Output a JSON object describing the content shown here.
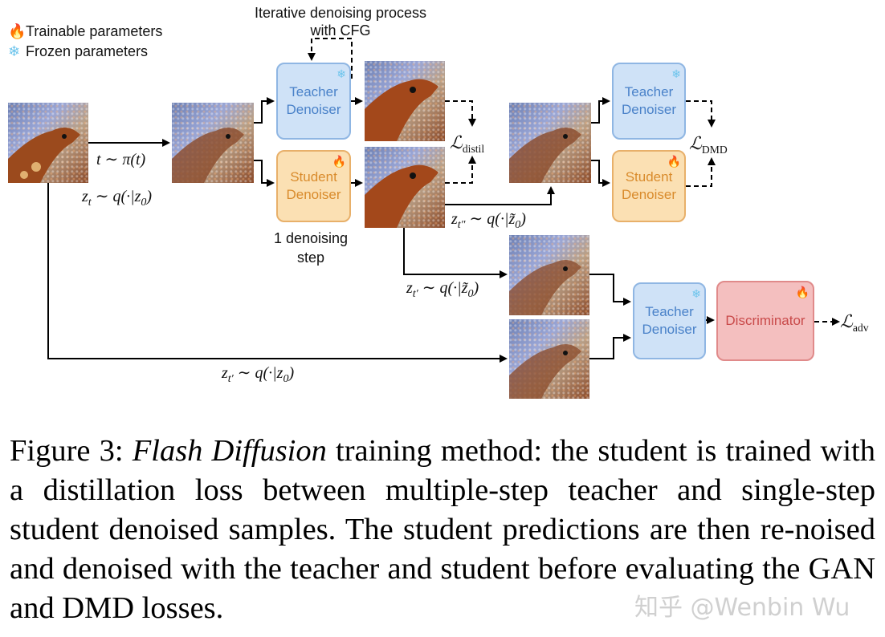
{
  "legend": {
    "trainable_icon": "fire-icon",
    "trainable_label": "Trainable parameters",
    "frozen_icon": "snowflake-icon",
    "frozen_label": "Frozen parameters"
  },
  "labels": {
    "iterative_line1": "Iterative denoising process",
    "iterative_line2": "with CFG",
    "one_step_line1": "1 denoising",
    "one_step_line2": "step",
    "t_sample": "t ∼ π(t)",
    "zt_sample_a": "z",
    "zt_sample_sub": "t",
    "zt_sample_b": " ∼ q(·|z",
    "zt_sample_sub0": "0",
    "zt_sample_c": ")",
    "ztpp_a": "z",
    "ztpp_sub": "t″",
    "ztpp_b": " ∼ q(·|z̃",
    "ztpp_sub0": "0",
    "ztpp_c": ")",
    "ztp1_a": "z",
    "ztp1_sub": "t′",
    "ztp1_b": " ∼ q(·|z̃",
    "ztp1_sub0": "0",
    "ztp1_c": ")",
    "ztp2_a": "z",
    "ztp2_sub": "t′",
    "ztp2_b": " ∼ q(·|z",
    "ztp2_sub0": "0",
    "ztp2_c": ")"
  },
  "losses": {
    "symbol": "ℒ",
    "distil": "distil",
    "dmd": "DMD",
    "adv": "adv"
  },
  "boxes": {
    "teacher_1_line1": "Teacher",
    "teacher_1_line2": "Denoiser",
    "student_1_line1": "Student",
    "student_1_line2": "Denoiser",
    "teacher_2_line1": "Teacher",
    "teacher_2_line2": "Denoiser",
    "student_2_line1": "Student",
    "student_2_line2": "Denoiser",
    "teacher_3_line1": "Teacher",
    "teacher_3_line2": "Denoiser",
    "discriminator": "Discriminator"
  },
  "caption": {
    "prefix": "Figure 3: ",
    "title": "Flash Diffusion",
    "body": " training method: the student is trained with a distillation loss between multiple-step teacher and single-step student denoised samples. The student predictions are then re-noised and denoised with the teacher and student before evaluating the GAN and DMD losses."
  },
  "watermark": "知乎 @Wenbin Wu",
  "colors": {
    "teacher": "#cfe2f7",
    "student": "#fbe0b3",
    "discriminator": "#f4bfbf"
  }
}
